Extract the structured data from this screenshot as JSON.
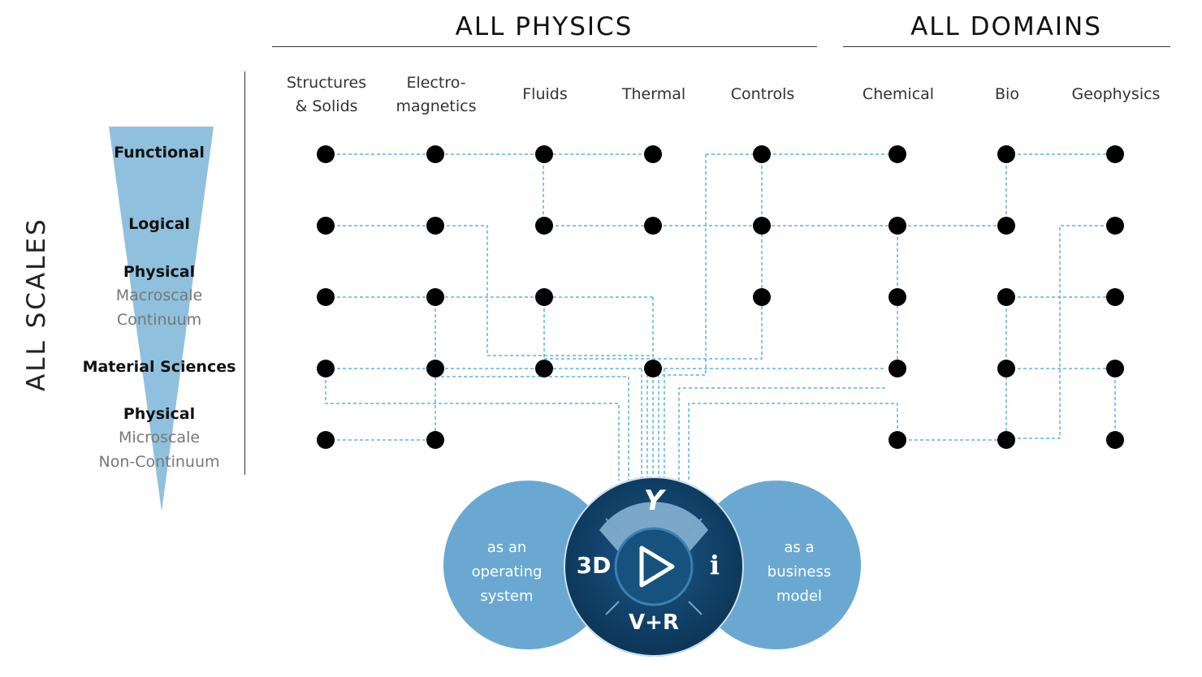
{
  "headers": {
    "physics": "ALL PHYSICS",
    "domains": "ALL DOMAINS",
    "scales": "ALL SCALES"
  },
  "columns": [
    {
      "line1": "Structures",
      "line2": "& Solids"
    },
    {
      "line1": "Electro-",
      "line2": "magnetics"
    },
    {
      "line1": "Fluids",
      "line2": ""
    },
    {
      "line1": "Thermal",
      "line2": ""
    },
    {
      "line1": "Controls",
      "line2": ""
    },
    {
      "line1": "Chemical",
      "line2": ""
    },
    {
      "line1": "Bio",
      "line2": ""
    },
    {
      "line1": "Geophysics",
      "line2": ""
    }
  ],
  "scales": [
    {
      "bold": "Functional",
      "sub1": "",
      "sub2": ""
    },
    {
      "bold": "Logical",
      "sub1": "",
      "sub2": ""
    },
    {
      "bold": "Physical",
      "sub1": "Macroscale",
      "sub2": "Continuum"
    },
    {
      "bold": "Material Sciences",
      "sub1": "",
      "sub2": ""
    },
    {
      "bold": "Physical",
      "sub1": "Microscale",
      "sub2": "Non-Continuum"
    }
  ],
  "circles": {
    "left": [
      "as an",
      "operating",
      "system"
    ],
    "right": [
      "as a",
      "business",
      "model"
    ]
  },
  "logo": {
    "top": "Y",
    "left": "3D",
    "right": "i",
    "bottom": "V+R"
  },
  "colors": {
    "line": "#5fb3e0",
    "triangle": "#8fc1de",
    "circle": "#6aa8d2",
    "logo_dark": "#0d3556",
    "node": "#000000"
  }
}
